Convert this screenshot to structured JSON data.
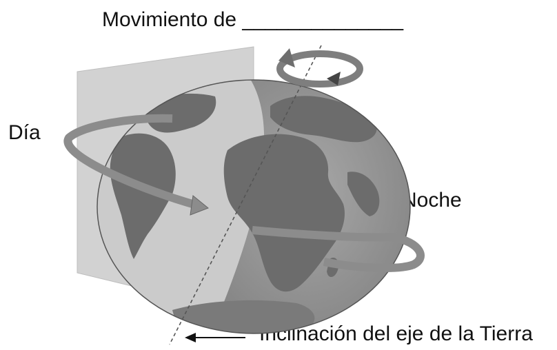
{
  "title": "Movimiento de ______________",
  "labels": {
    "day": "Día",
    "night": "Noche",
    "axis": "Inclinación del eje de la Tierra"
  },
  "colors": {
    "plane": "#cfcfcf",
    "globe_day": "#c9c9c9",
    "globe_night": "#9a9a9a",
    "land": "#6e6e6e",
    "arrow": "#8c8c8c"
  }
}
